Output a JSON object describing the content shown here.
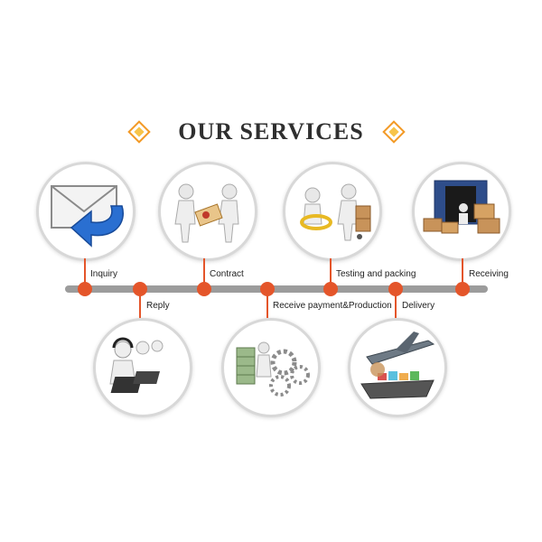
{
  "title": "OUR SERVICES",
  "steps_top": [
    {
      "label": "Inquiry",
      "icon": "envelope-reply-icon"
    },
    {
      "label": "Contract",
      "icon": "handshake-figures-icon"
    },
    {
      "label": "Testing and packing",
      "icon": "packing-figures-icon"
    },
    {
      "label": "Receiving",
      "icon": "container-boxes-icon"
    }
  ],
  "steps_bottom": [
    {
      "label": "Reply",
      "icon": "call-center-icon"
    },
    {
      "label": "Receive payment&Production",
      "icon": "money-gears-icon"
    },
    {
      "label": "Delivery",
      "icon": "plane-ship-icon"
    }
  ],
  "colors": {
    "accent": "#e4552a",
    "timeline": "#9c9c9c",
    "diamond": "#f39a26"
  }
}
